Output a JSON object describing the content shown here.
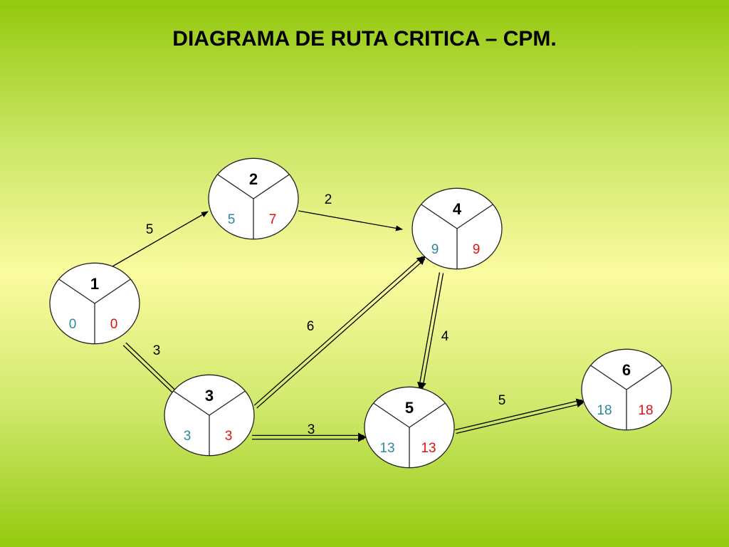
{
  "title": "DIAGRAMA DE RUTA CRITICA – CPM.",
  "colors": {
    "early_time": "#2a8a9a",
    "late_time": "#e01010",
    "critical_edge": "double-line",
    "normal_edge": "single-line"
  },
  "nodes": [
    {
      "id": "1",
      "es": "0",
      "lf": "0"
    },
    {
      "id": "2",
      "es": "5",
      "lf": "7"
    },
    {
      "id": "3",
      "es": "3",
      "lf": "3"
    },
    {
      "id": "4",
      "es": "9",
      "lf": "9"
    },
    {
      "id": "5",
      "es": "13",
      "lf": "13"
    },
    {
      "id": "6",
      "es": "18",
      "lf": "18"
    }
  ],
  "edges": [
    {
      "from": "1",
      "to": "2",
      "duration": "5",
      "critical": false
    },
    {
      "from": "2",
      "to": "4",
      "duration": "2",
      "critical": false
    },
    {
      "from": "1",
      "to": "3",
      "duration": "3",
      "critical": true
    },
    {
      "from": "3",
      "to": "4",
      "duration": "6",
      "critical": true
    },
    {
      "from": "4",
      "to": "5",
      "duration": "4",
      "critical": true
    },
    {
      "from": "3",
      "to": "5",
      "duration": "3",
      "critical": true
    },
    {
      "from": "5",
      "to": "6",
      "duration": "5",
      "critical": true
    }
  ]
}
